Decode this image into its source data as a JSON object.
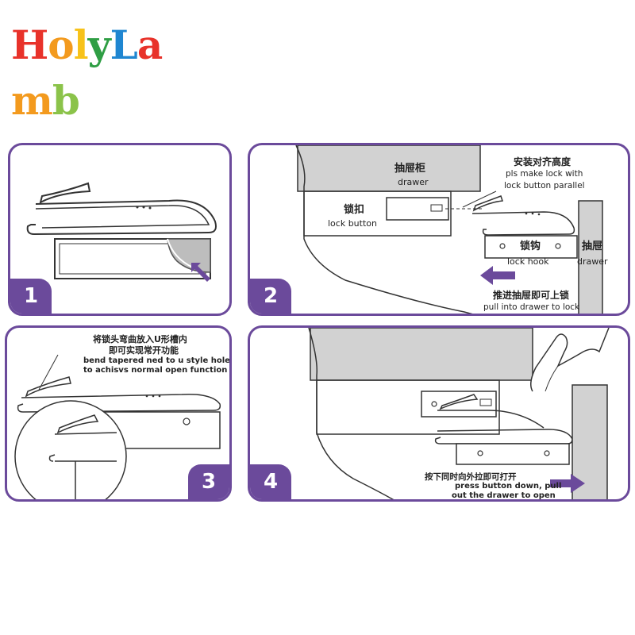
{
  "brand": {
    "letters": [
      {
        "ch": "H",
        "color": "#e8322a"
      },
      {
        "ch": "o",
        "color": "#f39a1e"
      },
      {
        "ch": "l",
        "color": "#f7c21a"
      },
      {
        "ch": "y",
        "color": "#2f9e44"
      },
      {
        "ch": "L",
        "color": "#1f86d1"
      },
      {
        "ch": "a",
        "color": "#e8322a"
      },
      {
        "ch": "m",
        "color": "#f39a1e"
      },
      {
        "ch": "b",
        "color": "#8bc34a"
      }
    ],
    "text": "HolyLamb"
  },
  "accent_color": "#6b4a9b",
  "steps": [
    {
      "number": "1"
    },
    {
      "number": "2",
      "drawer_cabinet_cn": "抽屉柜",
      "drawer_cabinet_en": "drawer",
      "lock_button_cn": "锁扣",
      "lock_button_en": "lock button",
      "align_cn": "安装对齐高度",
      "align_en_1": "pls make lock with",
      "align_en_2": "lock button parallel",
      "lock_hook_cn": "锁钩",
      "lock_hook_en": "lock hook",
      "drawer_cn": "抽屉",
      "drawer_en": "drawer",
      "push_cn": "推进抽屉即可上锁",
      "push_en": "pull into drawer to lock"
    },
    {
      "number": "3",
      "bend_cn_1": "将锁头弯曲放入U形槽内",
      "bend_cn_2": "即可实现常开功能",
      "bend_en_1": "bend tapered ned to u style hole",
      "bend_en_2": "to achisvs normal open function"
    },
    {
      "number": "4",
      "press_cn": "按下同时向外拉即可打开",
      "press_en_1": "press button down, pull",
      "press_en_2": "out the drawer to open"
    }
  ]
}
